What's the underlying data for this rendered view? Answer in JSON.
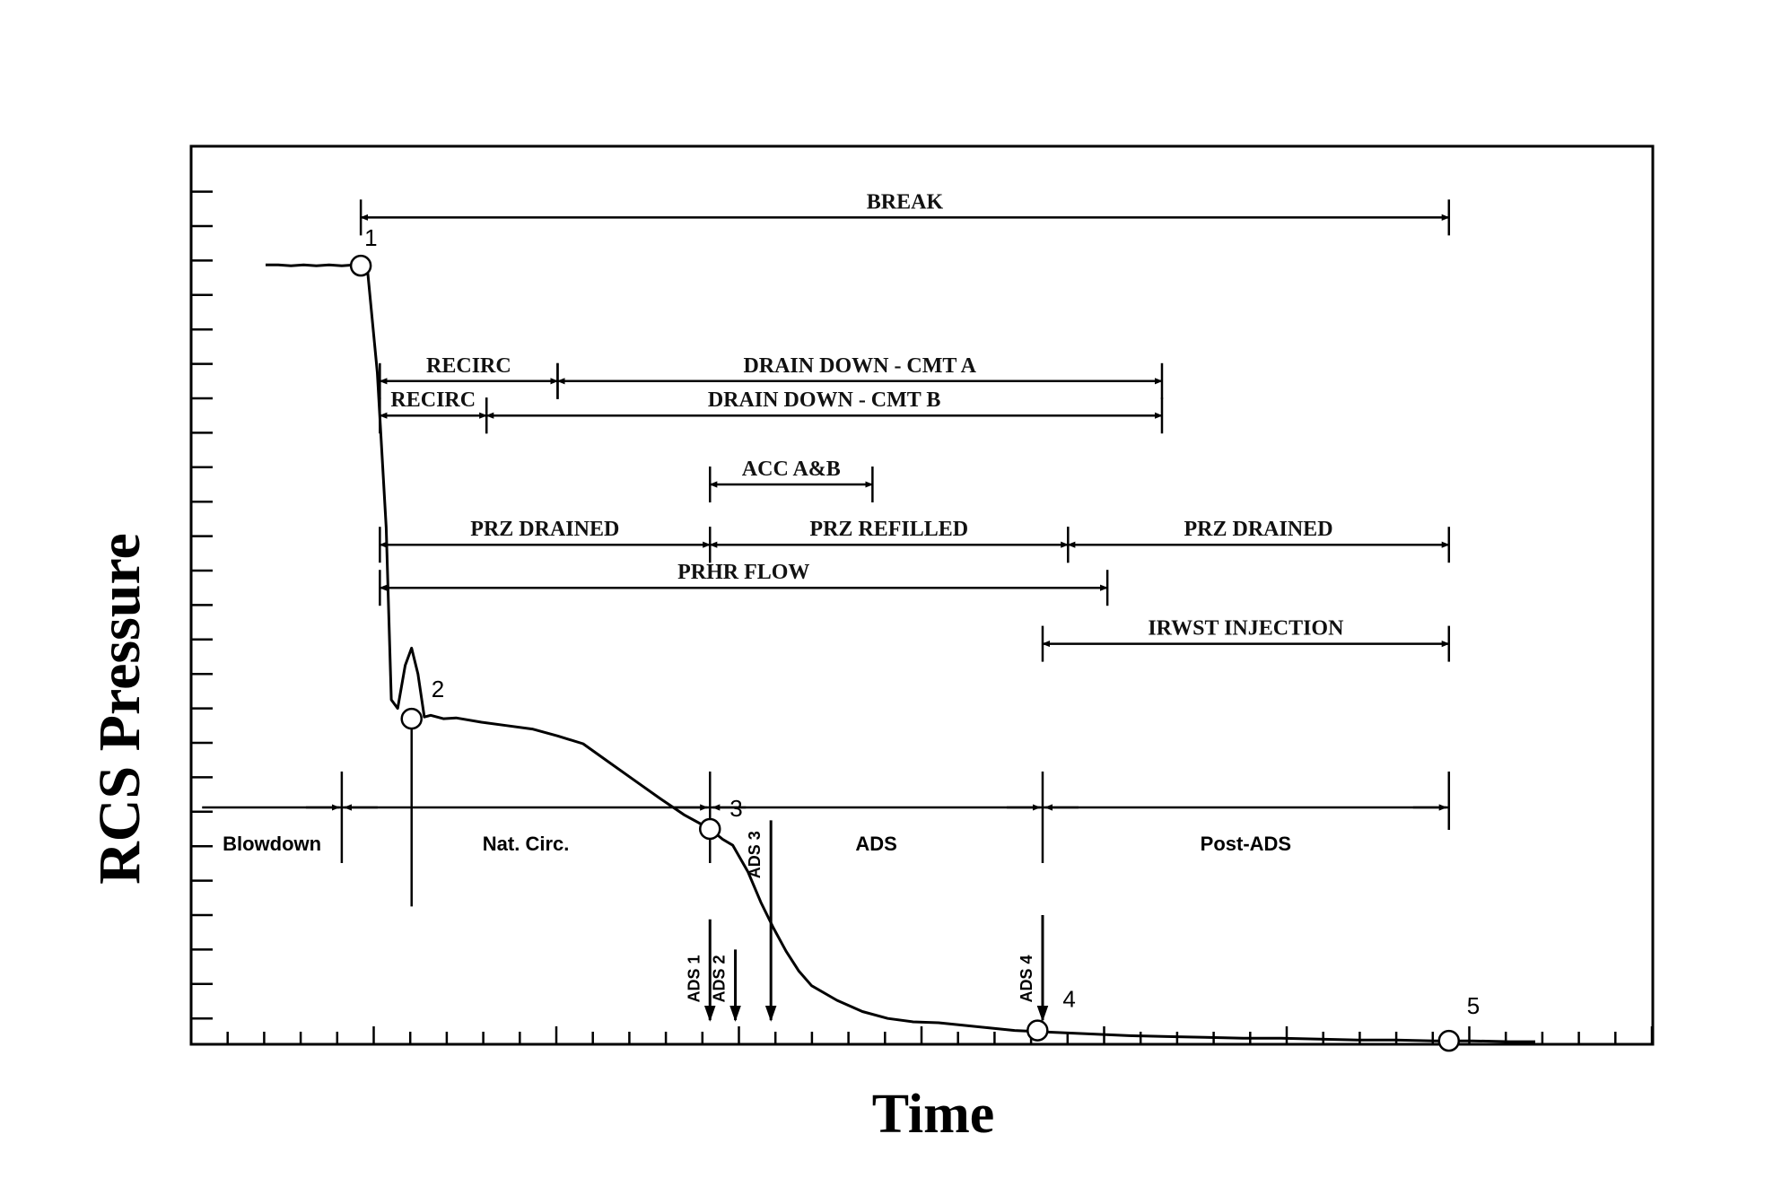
{
  "chart_data": {
    "type": "line",
    "xlabel": "Time",
    "ylabel": "RCS Pressure",
    "grid": false,
    "xlim": [
      0,
      100
    ],
    "ylim": [
      0,
      100
    ],
    "series": [
      {
        "x": [
          0,
          1,
          2,
          3,
          4,
          5,
          6,
          7,
          7.5,
          8,
          8.8,
          9.5,
          9.9,
          10.4,
          11,
          11.5,
          12,
          12.5,
          13,
          14,
          15,
          17,
          19,
          21,
          23,
          25,
          27,
          29,
          31,
          33,
          35,
          36,
          36.8,
          38,
          39,
          40,
          41,
          42,
          43,
          45,
          47,
          49,
          51,
          53,
          55,
          57,
          59,
          62,
          65,
          68,
          71,
          74,
          77,
          80,
          83,
          86,
          89,
          92,
          95,
          98,
          100
        ],
        "values": [
          90.5,
          90.5,
          90.4,
          90.5,
          90.4,
          90.5,
          90.4,
          90.5,
          90.6,
          90.3,
          78,
          60,
          40,
          39,
          44,
          46,
          43,
          38,
          38.2,
          37.8,
          37.9,
          37.4,
          37.0,
          36.6,
          35.8,
          34.9,
          32.8,
          30.7,
          28.6,
          26.6,
          25.0,
          23.8,
          23.1,
          20.0,
          16.5,
          13.5,
          10.8,
          8.5,
          6.8,
          5.1,
          3.8,
          3.0,
          2.6,
          2.5,
          2.2,
          1.9,
          1.6,
          1.4,
          1.2,
          1.0,
          0.9,
          0.8,
          0.7,
          0.7,
          0.6,
          0.5,
          0.5,
          0.4,
          0.4,
          0.3,
          0.3
        ]
      }
    ],
    "markers": [
      {
        "label": "1",
        "x": 7.5,
        "y": 90.4
      },
      {
        "label": "2",
        "x": 11.5,
        "y": 37.8
      },
      {
        "label": "3",
        "x": 35.0,
        "y": 25.0
      },
      {
        "label": "4",
        "x": 60.8,
        "y": 1.6
      },
      {
        "label": "5",
        "x": 93.2,
        "y": 0.4
      }
    ],
    "event_bars": [
      {
        "label": "BREAK",
        "start": 7.5,
        "end": 93.2,
        "level": 96
      },
      {
        "label": "RECIRC",
        "start": 9.0,
        "end": 23.0,
        "level": 77
      },
      {
        "label": "DRAIN DOWN - CMT A",
        "start": 23.0,
        "end": 70.6,
        "level": 77
      },
      {
        "label": "RECIRC",
        "start": 9.0,
        "end": 17.4,
        "level": 73
      },
      {
        "label": "DRAIN DOWN -  CMT  B",
        "start": 17.4,
        "end": 70.6,
        "level": 73
      },
      {
        "label": "ACC A&B",
        "start": 35.0,
        "end": 47.8,
        "level": 65
      },
      {
        "label": "PRZ  DRAINED",
        "start": 9.0,
        "end": 35.0,
        "level": 58
      },
      {
        "label": "PRZ  REFILLED",
        "start": 35.0,
        "end": 63.2,
        "level": 58
      },
      {
        "label": "PRZ  DRAINED",
        "start": 63.2,
        "end": 93.2,
        "level": 58
      },
      {
        "label": "PRHR   FLOW",
        "start": 9.0,
        "end": 66.3,
        "level": 53
      },
      {
        "label": "IRWST  INJECTION",
        "start": 61.2,
        "end": 93.2,
        "level": 46.5
      }
    ],
    "phases": [
      {
        "label": "Blowdown",
        "start": -5.0,
        "end": 6.0
      },
      {
        "label": "Nat. Circ.",
        "start": 6.0,
        "end": 35.0
      },
      {
        "label": "ADS",
        "start": 35.0,
        "end": 61.2
      },
      {
        "label": "Post-ADS",
        "start": 61.2,
        "end": 93.2
      }
    ],
    "ads_stages": [
      {
        "label": "ADS 1",
        "x": 35.0
      },
      {
        "label": "ADS 2",
        "x": 37.0
      },
      {
        "label": "ADS 3",
        "x": 39.8
      },
      {
        "label": "ADS 4",
        "x": 61.2
      }
    ]
  }
}
